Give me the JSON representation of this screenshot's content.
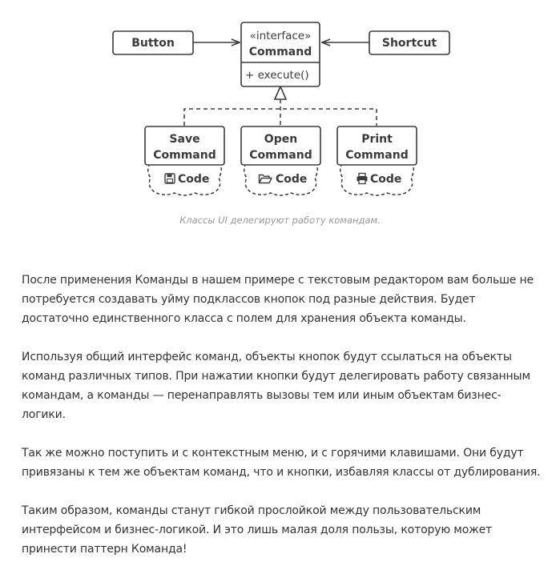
{
  "diagram": {
    "button_label": "Button",
    "shortcut_label": "Shortcut",
    "command_stereotype": "«interface»",
    "command_name": "Command",
    "command_method": "+ execute()",
    "save_line1": "Save",
    "save_line2": "Command",
    "open_line1": "Open",
    "open_line2": "Command",
    "print_line1": "Print",
    "print_line2": "Command",
    "code_label": "Code"
  },
  "caption": "Классы UI делегируют работу командам.",
  "paragraphs": [
    "После применения Команды в нашем примере с текстовым редактором вам больше не потребуется создавать уйму подклассов кнопок под разные действия. Будет достаточно единственного класса с полем для хранения объекта команды.",
    "Используя общий интерфейс команд, объекты кнопок будут ссылаться на объекты команд различных типов. При нажатии кнопки будут делегировать работу связанным командам, а команды — перенаправлять вызовы тем или иным объектам бизнес-логики.",
    "Так же можно поступить и с контекстным меню, и с горячими клавишами. Они будут привязаны к тем же объектам команд, что и кнопки, избавляя классы от дублирования.",
    "Таким образом, команды станут гибкой прослойкой между пользовательским интерфейсом и бизнес-логикой. И это лишь малая доля пользы, которую может принести паттерн Команда!"
  ]
}
